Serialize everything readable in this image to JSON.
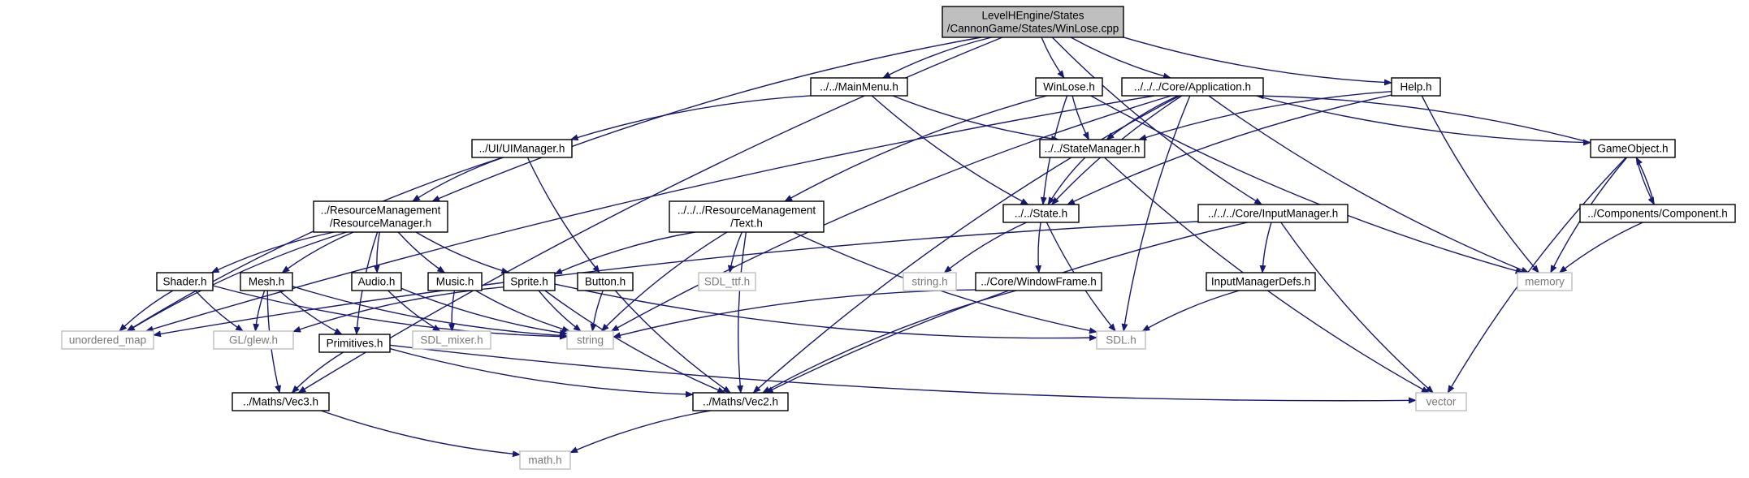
{
  "nodes": {
    "winlose_cpp": {
      "lines": [
        "LevelHEngine/States",
        "/CannonGame/States/WinLose.cpp"
      ],
      "kind": "root"
    },
    "mainmenu_h": {
      "lines": [
        "../../MainMenu.h"
      ],
      "kind": "doc"
    },
    "winlose_h": {
      "lines": [
        "WinLose.h"
      ],
      "kind": "doc"
    },
    "application_h": {
      "lines": [
        "../../../Core/Application.h"
      ],
      "kind": "doc"
    },
    "help_h": {
      "lines": [
        "Help.h"
      ],
      "kind": "doc"
    },
    "uimanager_h": {
      "lines": [
        "../UI/UIManager.h"
      ],
      "kind": "doc"
    },
    "statemanager_h": {
      "lines": [
        "../../StateManager.h"
      ],
      "kind": "doc"
    },
    "gameobject_h": {
      "lines": [
        "GameObject.h"
      ],
      "kind": "doc"
    },
    "resourcemanager_h": {
      "lines": [
        "../ResourceManagement",
        "/ResourceManager.h"
      ],
      "kind": "doc"
    },
    "text_h": {
      "lines": [
        "../../../ResourceManagement",
        "/Text.h"
      ],
      "kind": "doc"
    },
    "state_h": {
      "lines": [
        "../../State.h"
      ],
      "kind": "doc"
    },
    "inputmanager_h": {
      "lines": [
        "../../../Core/InputManager.h"
      ],
      "kind": "doc"
    },
    "component_h": {
      "lines": [
        "../Components/Component.h"
      ],
      "kind": "doc"
    },
    "shader_h": {
      "lines": [
        "Shader.h"
      ],
      "kind": "doc"
    },
    "mesh_h": {
      "lines": [
        "Mesh.h"
      ],
      "kind": "doc"
    },
    "audio_h": {
      "lines": [
        "Audio.h"
      ],
      "kind": "doc"
    },
    "music_h": {
      "lines": [
        "Music.h"
      ],
      "kind": "doc"
    },
    "sprite_h": {
      "lines": [
        "Sprite.h"
      ],
      "kind": "doc"
    },
    "button_h": {
      "lines": [
        "Button.h"
      ],
      "kind": "doc"
    },
    "sdl_ttf_h": {
      "lines": [
        "SDL_ttf.h"
      ],
      "kind": "sys"
    },
    "string_h": {
      "lines": [
        "string.h"
      ],
      "kind": "sys"
    },
    "windowframe_h": {
      "lines": [
        "../Core/WindowFrame.h"
      ],
      "kind": "doc"
    },
    "inputmanagerdefs_h": {
      "lines": [
        "InputManagerDefs.h"
      ],
      "kind": "doc"
    },
    "memory": {
      "lines": [
        "memory"
      ],
      "kind": "sys"
    },
    "unordered_map": {
      "lines": [
        "unordered_map"
      ],
      "kind": "sys"
    },
    "glew_h": {
      "lines": [
        "GL/glew.h"
      ],
      "kind": "sys"
    },
    "primitives_h": {
      "lines": [
        "Primitives.h"
      ],
      "kind": "doc"
    },
    "sdl_mixer_h": {
      "lines": [
        "SDL_mixer.h"
      ],
      "kind": "sys"
    },
    "string": {
      "lines": [
        "string"
      ],
      "kind": "sys"
    },
    "sdl_h": {
      "lines": [
        "SDL.h"
      ],
      "kind": "sys"
    },
    "vec3_h": {
      "lines": [
        "../Maths/Vec3.h"
      ],
      "kind": "doc"
    },
    "vec2_h": {
      "lines": [
        "../Maths/Vec2.h"
      ],
      "kind": "doc"
    },
    "vector": {
      "lines": [
        "vector"
      ],
      "kind": "sys"
    },
    "math_h": {
      "lines": [
        "math.h"
      ],
      "kind": "sys"
    }
  },
  "edges": [
    [
      "winlose_cpp",
      "mainmenu_h"
    ],
    [
      "winlose_cpp",
      "winlose_h"
    ],
    [
      "winlose_cpp",
      "application_h"
    ],
    [
      "winlose_cpp",
      "help_h"
    ],
    [
      "winlose_cpp",
      "resourcemanager_h"
    ],
    [
      "winlose_cpp",
      "vec3_h"
    ],
    [
      "winlose_cpp",
      "inputmanager_h"
    ],
    [
      "mainmenu_h",
      "uimanager_h"
    ],
    [
      "mainmenu_h",
      "statemanager_h"
    ],
    [
      "mainmenu_h",
      "state_h"
    ],
    [
      "winlose_h",
      "statemanager_h"
    ],
    [
      "winlose_h",
      "state_h"
    ],
    [
      "winlose_h",
      "text_h"
    ],
    [
      "winlose_h",
      "memory"
    ],
    [
      "application_h",
      "statemanager_h"
    ],
    [
      "application_h",
      "gameobject_h"
    ],
    [
      "application_h",
      "state_h"
    ],
    [
      "application_h",
      "string"
    ],
    [
      "application_h",
      "sdl_h"
    ],
    [
      "application_h",
      "vec2_h"
    ],
    [
      "application_h",
      "memory"
    ],
    [
      "application_h",
      "unordered_map"
    ],
    [
      "help_h",
      "statemanager_h"
    ],
    [
      "help_h",
      "state_h"
    ],
    [
      "help_h",
      "memory"
    ],
    [
      "uimanager_h",
      "resourcemanager_h"
    ],
    [
      "uimanager_h",
      "button_h"
    ],
    [
      "uimanager_h",
      "unordered_map"
    ],
    [
      "statemanager_h",
      "state_h"
    ],
    [
      "statemanager_h",
      "vector"
    ],
    [
      "gameobject_h",
      "application_h"
    ],
    [
      "gameobject_h",
      "component_h"
    ],
    [
      "gameobject_h",
      "memory"
    ],
    [
      "gameobject_h",
      "vector"
    ],
    [
      "component_h",
      "gameobject_h"
    ],
    [
      "component_h",
      "memory"
    ],
    [
      "resourcemanager_h",
      "shader_h"
    ],
    [
      "resourcemanager_h",
      "mesh_h"
    ],
    [
      "resourcemanager_h",
      "audio_h"
    ],
    [
      "resourcemanager_h",
      "music_h"
    ],
    [
      "resourcemanager_h",
      "sprite_h"
    ],
    [
      "resourcemanager_h",
      "primitives_h"
    ],
    [
      "resourcemanager_h",
      "unordered_map"
    ],
    [
      "text_h",
      "sprite_h"
    ],
    [
      "text_h",
      "sdl_ttf_h"
    ],
    [
      "text_h",
      "string"
    ],
    [
      "text_h",
      "sdl_h"
    ],
    [
      "text_h",
      "vec2_h"
    ],
    [
      "state_h",
      "string_h"
    ],
    [
      "state_h",
      "windowframe_h"
    ],
    [
      "state_h",
      "sdl_h"
    ],
    [
      "inputmanager_h",
      "inputmanagerdefs_h"
    ],
    [
      "inputmanager_h",
      "vector"
    ],
    [
      "inputmanager_h",
      "vec2_h"
    ],
    [
      "inputmanager_h",
      "unordered_map"
    ],
    [
      "inputmanagerdefs_h",
      "sdl_h"
    ],
    [
      "windowframe_h",
      "string"
    ],
    [
      "windowframe_h",
      "vec2_h"
    ],
    [
      "shader_h",
      "unordered_map"
    ],
    [
      "shader_h",
      "glew_h"
    ],
    [
      "shader_h",
      "string"
    ],
    [
      "mesh_h",
      "glew_h"
    ],
    [
      "mesh_h",
      "primitives_h"
    ],
    [
      "mesh_h",
      "vec3_h"
    ],
    [
      "mesh_h",
      "string"
    ],
    [
      "audio_h",
      "sdl_mixer_h"
    ],
    [
      "audio_h",
      "string"
    ],
    [
      "music_h",
      "sdl_mixer_h"
    ],
    [
      "music_h",
      "string"
    ],
    [
      "sprite_h",
      "glew_h"
    ],
    [
      "sprite_h",
      "string"
    ],
    [
      "sprite_h",
      "sdl_h"
    ],
    [
      "sprite_h",
      "vec2_h"
    ],
    [
      "button_h",
      "string"
    ],
    [
      "button_h",
      "vec2_h"
    ],
    [
      "primitives_h",
      "vec3_h"
    ],
    [
      "primitives_h",
      "vec2_h"
    ],
    [
      "primitives_h",
      "vector"
    ],
    [
      "vec3_h",
      "math_h"
    ],
    [
      "vec2_h",
      "math_h"
    ]
  ]
}
